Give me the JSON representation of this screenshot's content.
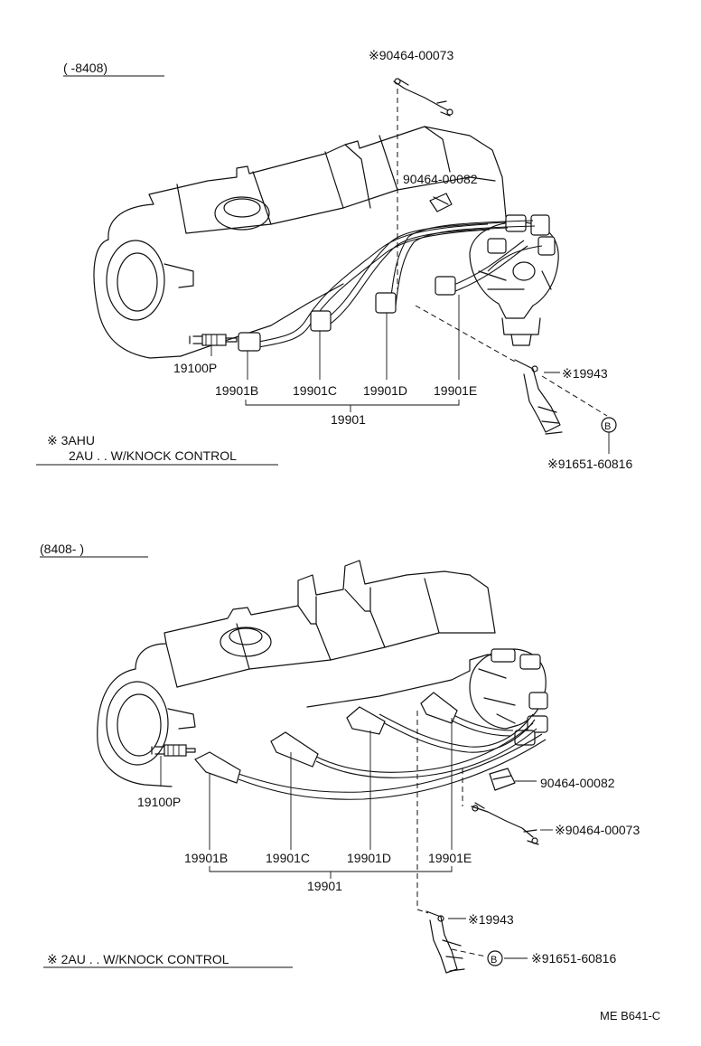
{
  "top": {
    "period": "(       -8408)",
    "parts": {
      "plug": "19100P",
      "cord_b": "19901B",
      "cord_c": "19901C",
      "cord_d": "19901D",
      "cord_e": "19901E",
      "cord_set": "19901",
      "clamp_upper": "※90464-00073",
      "clamp_small": "90464-00082",
      "bracket": "※19943",
      "bolt": "※91651-60816",
      "bolt_ref": "B"
    },
    "note_line1": "※ 3AHU",
    "note_line2": "2AU . . W/KNOCK CONTROL"
  },
  "bottom": {
    "period": "(8408-         )",
    "parts": {
      "plug": "19100P",
      "cord_b": "19901B",
      "cord_c": "19901C",
      "cord_d": "19901D",
      "cord_e": "19901E",
      "cord_set": "19901",
      "clamp_small": "90464-00082",
      "clamp_upper": "※90464-00073",
      "bracket": "※19943",
      "bolt": "※91651-60816",
      "bolt_ref": "B"
    },
    "note": "※  2AU . . W/KNOCK CONTROL"
  },
  "figure_code": "ME B641-C"
}
